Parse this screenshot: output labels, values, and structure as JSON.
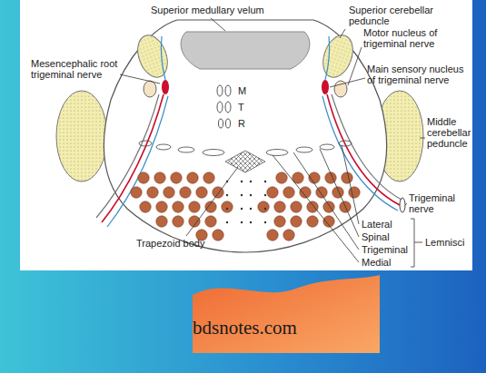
{
  "diagram": {
    "nodes": [
      {
        "text": [
          "bdsnotes.com"
        ]
      }
    ],
    "labels": [
      "Superior medullary velum",
      "Superior cerebellar peduncle",
      "Mesencephalic root trigeminal nerve",
      "Motor nucleus of trigeminal nerve",
      "Main sensory nucleus of trigeminal nerve",
      "M",
      "T",
      "R",
      "Middle cerebellar peduncle",
      "Trigeminal nerve",
      "Trapezoid body",
      "Lateral",
      "Spinal",
      "Trigeminal",
      "Medial",
      "Lemnisci"
    ]
  }
}
